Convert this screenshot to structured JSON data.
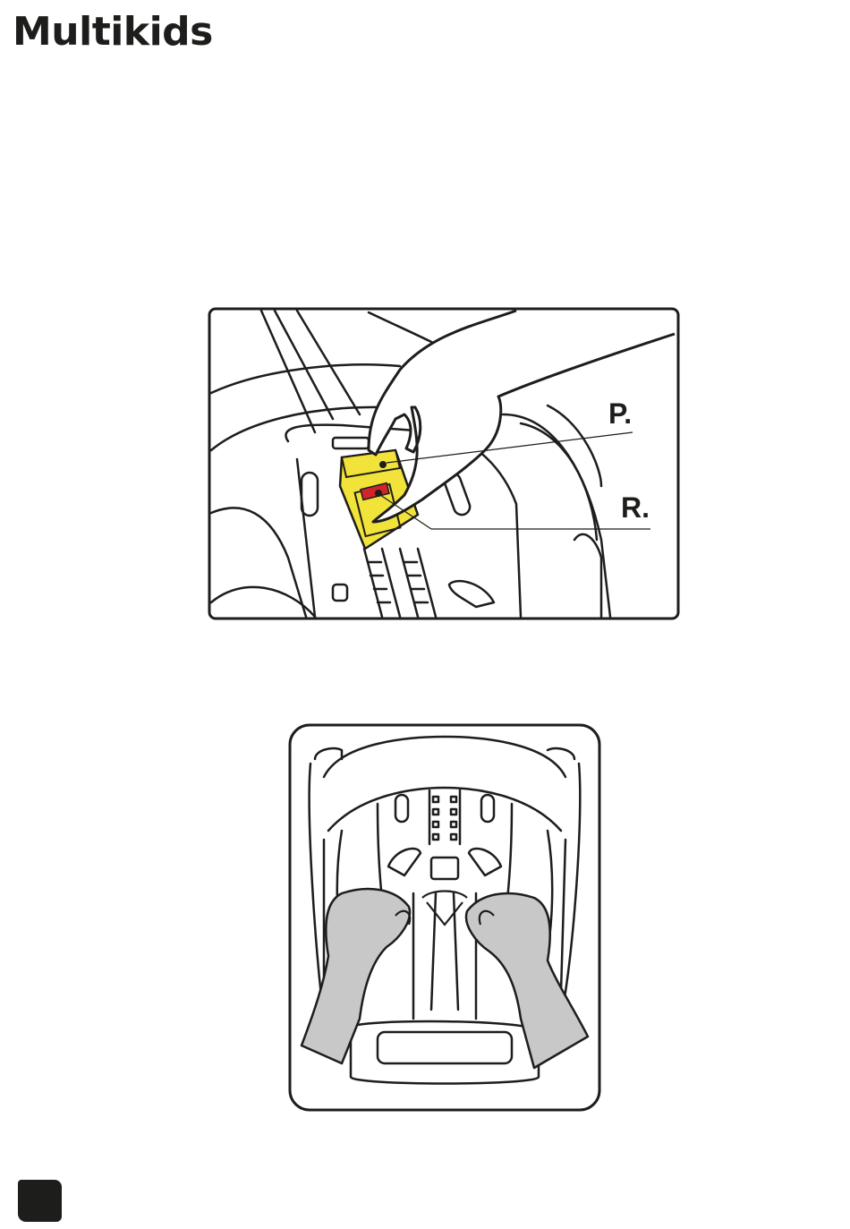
{
  "brand": {
    "logo_text": "Multikids"
  },
  "figure1": {
    "label_p": "P.",
    "label_r": "R.",
    "accent_color": "#f2e33a",
    "release_color": "#d0242b"
  },
  "figure2": {
    "hand_color": "#c8c8c8"
  },
  "footer": {
    "page_tab_icon": "page-tab-block"
  }
}
